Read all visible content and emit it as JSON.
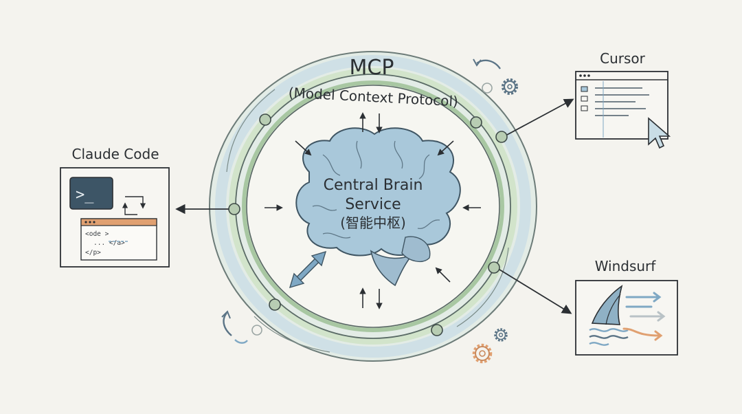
{
  "ring": {
    "title": "MCP",
    "subtitle": "(Model Context Protocol)"
  },
  "center": {
    "line1": "Central Brain",
    "line2": "Service",
    "line3": "(智能中枢)"
  },
  "clients": {
    "claude": {
      "label": "Claude Code",
      "prompt_glyph": ">_",
      "code_line1": "<ode >",
      "code_line2": "...  </a>",
      "code_line3": "</p>"
    },
    "cursor": {
      "label": "Cursor"
    },
    "windsurf": {
      "label": "Windsurf"
    }
  },
  "colors": {
    "background": "#f4f3ee",
    "ring_green": "#cfe3c8",
    "ring_blue": "#c9dde6",
    "brain": "#a9c8da",
    "ink": "#2b2f33",
    "terminal": "#3d5566",
    "accent_orange": "#e0a071",
    "accent_blue": "#7fa8c4",
    "node": "#b8cdb3"
  },
  "icons": [
    "brain-icon",
    "terminal-icon",
    "code-window-icon",
    "swap-arrows-icon",
    "browser-window-icon",
    "cursor-pointer-icon",
    "sail-icon",
    "wave-icon",
    "gear-icon",
    "refresh-arrow-icon"
  ]
}
